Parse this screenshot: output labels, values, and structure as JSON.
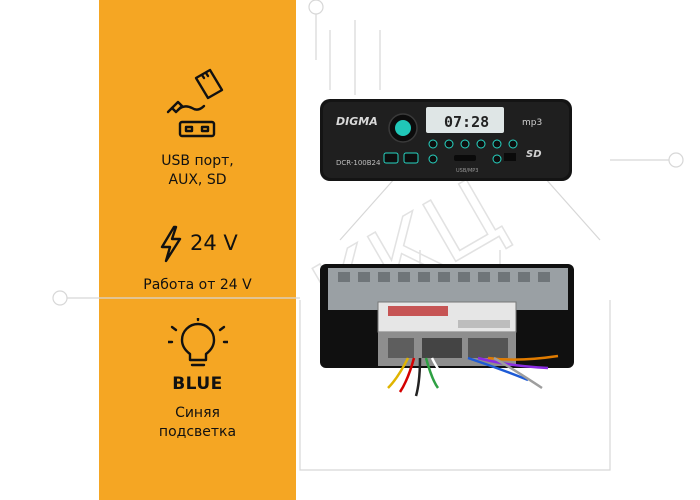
{
  "features": {
    "media": {
      "icon": "usb-aux-sd-icon",
      "line1": "USB порт,",
      "line2": "AUX, SD"
    },
    "power": {
      "icon": "lightning-icon",
      "value": "24 V",
      "caption": "Работа от 24 V"
    },
    "light": {
      "icon": "lightbulb-icon",
      "value": "BLUE",
      "line1": "Синяя",
      "line2": "подсветка"
    }
  },
  "device": {
    "brand": "DIGMA",
    "model": "DCR-100B24",
    "display_time": "07:28",
    "mp3_badge": "mp3",
    "sd_badge": "SD",
    "usb_label": "USB/MP3"
  },
  "watermark": {
    "text": "ККЦ"
  },
  "colors": {
    "panel": "#F5A623",
    "device_body": "#1f1f1f",
    "display_bg": "#dfe6e6",
    "button_glow": "#27d4c2"
  }
}
